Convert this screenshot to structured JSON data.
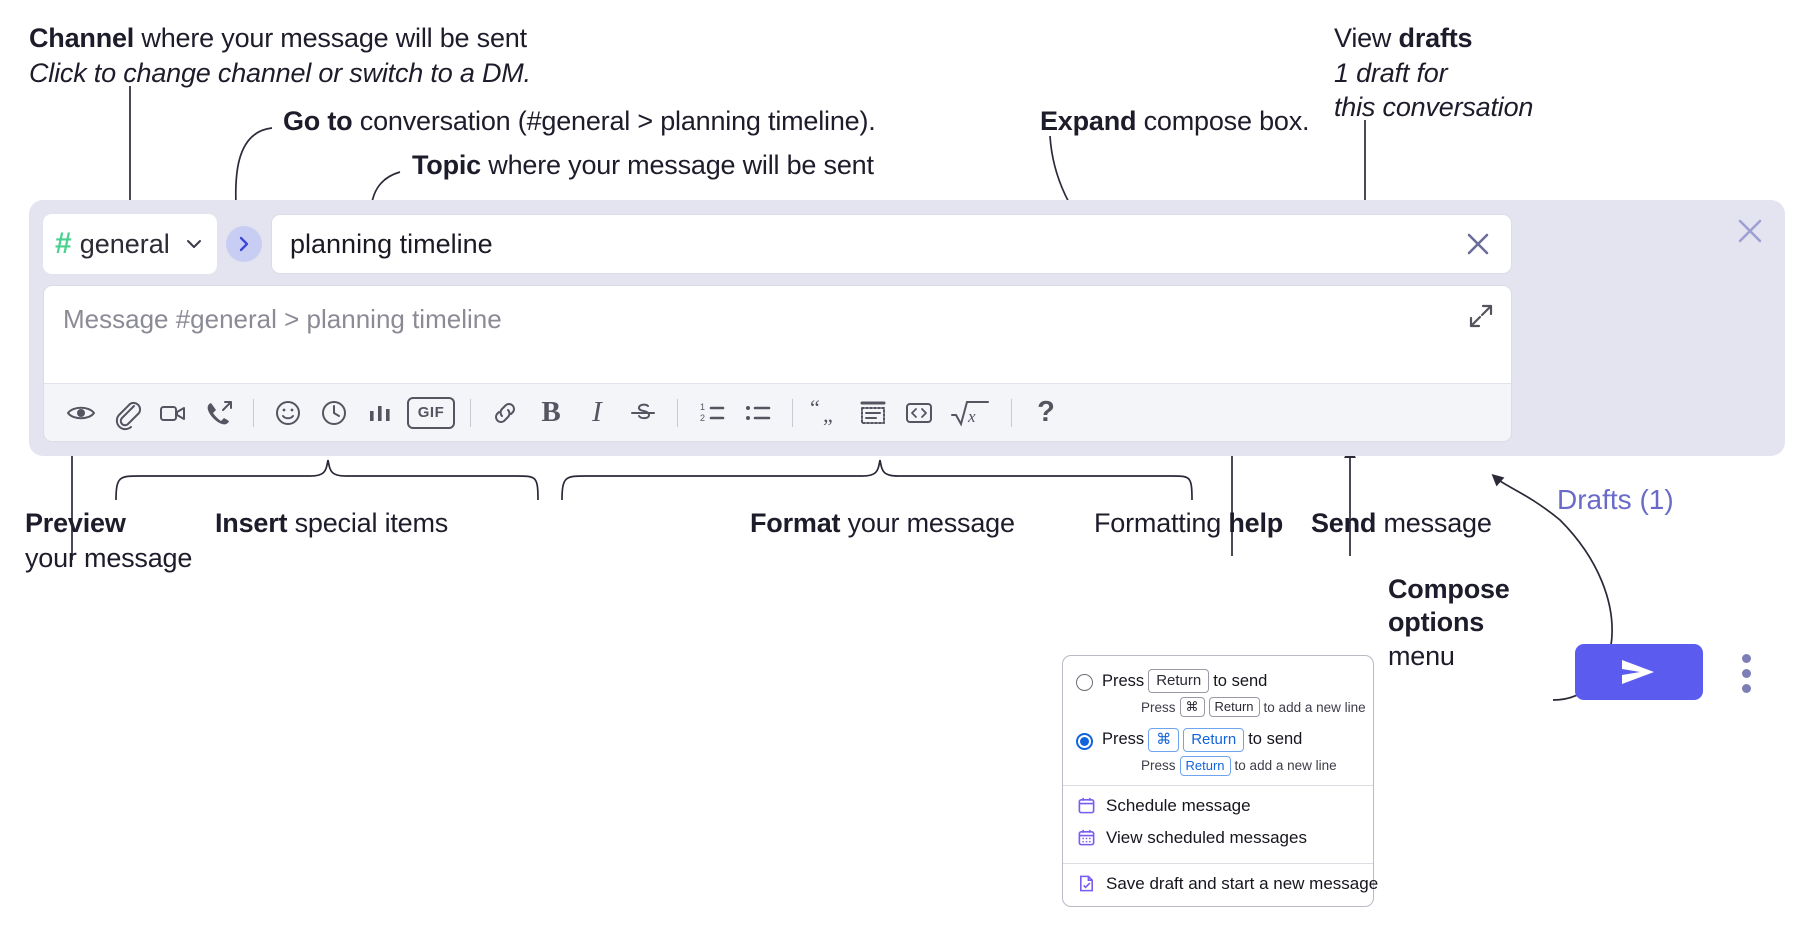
{
  "annotations": {
    "channel": {
      "bold": "Channel",
      "rest": " where your message will be sent",
      "sub": "Click to change channel or switch to a DM."
    },
    "goto": {
      "bold": "Go to",
      "rest": " conversation (#general > planning timeline)."
    },
    "topic": {
      "bold": "Topic",
      "rest": " where your message will be sent"
    },
    "expand": {
      "bold": "Expand",
      "rest": " compose box."
    },
    "drafts": {
      "pre": "View ",
      "bold": "drafts",
      "sub1": "1 draft for",
      "sub2": "this conversation"
    },
    "preview": {
      "bold": "Preview",
      "rest": "your message"
    },
    "insert": {
      "bold": "Insert",
      "rest": " special items"
    },
    "format": {
      "bold": "Format",
      "rest": " your message"
    },
    "help": {
      "pre": "Formatting ",
      "bold": "help"
    },
    "send": {
      "bold": "Send",
      "rest": " message"
    },
    "compose_options": {
      "bold1": "Compose",
      "bold2": "options",
      "rest": "menu"
    }
  },
  "compose": {
    "channel_name": "general",
    "channel_hash": "#",
    "topic_value": "planning timeline",
    "message_placeholder": "Message #general > planning timeline",
    "drafts_label": "Drafts (1)",
    "toolbar": [
      {
        "name": "preview-icon",
        "kind": "eye",
        "label": "Preview"
      },
      {
        "name": "attachment-icon",
        "kind": "paperclip",
        "label": "Attach file"
      },
      {
        "name": "video-icon",
        "kind": "video",
        "label": "Record video clip"
      },
      {
        "name": "audio-call-icon",
        "kind": "phone",
        "label": "Record audio clip"
      },
      {
        "name": "separator-1",
        "kind": "sep",
        "label": ""
      },
      {
        "name": "emoji-icon",
        "kind": "smiley",
        "label": "Emoji"
      },
      {
        "name": "schedule-icon",
        "kind": "clock",
        "label": "Schedule"
      },
      {
        "name": "poll-icon",
        "kind": "bars",
        "label": "Poll"
      },
      {
        "name": "gif-icon",
        "kind": "gif",
        "label": "GIF"
      },
      {
        "name": "separator-2",
        "kind": "sep",
        "label": ""
      },
      {
        "name": "link-icon",
        "kind": "link",
        "label": "Link"
      },
      {
        "name": "bold-icon",
        "kind": "bold",
        "label": "B"
      },
      {
        "name": "italic-icon",
        "kind": "italic",
        "label": "I"
      },
      {
        "name": "strikethrough-icon",
        "kind": "strike",
        "label": "S"
      },
      {
        "name": "separator-3",
        "kind": "sep",
        "label": ""
      },
      {
        "name": "ordered-list-icon",
        "kind": "ol",
        "label": "Numbered list"
      },
      {
        "name": "bullet-list-icon",
        "kind": "ul",
        "label": "Bulleted list"
      },
      {
        "name": "separator-4",
        "kind": "sep",
        "label": ""
      },
      {
        "name": "blockquote-icon",
        "kind": "quote",
        "label": "Quote"
      },
      {
        "name": "code-block-icon",
        "kind": "codeblock",
        "label": "Code block"
      },
      {
        "name": "inline-code-icon",
        "kind": "code",
        "label": "Code"
      },
      {
        "name": "math-icon",
        "kind": "math",
        "label": "Math"
      },
      {
        "name": "separator-5",
        "kind": "sep",
        "label": ""
      },
      {
        "name": "help-icon",
        "kind": "help",
        "label": "?"
      }
    ]
  },
  "options_menu": {
    "radios": [
      {
        "selected": false,
        "main": [
          {
            "t": "Press",
            "k": false
          },
          {
            "t": "Return",
            "k": true
          },
          {
            "t": "to send",
            "k": false
          }
        ],
        "sub": [
          {
            "t": "Press",
            "k": false
          },
          {
            "t": "⌘",
            "k": true
          },
          {
            "t": "Return",
            "k": true
          },
          {
            "t": "to add a new line",
            "k": false
          }
        ]
      },
      {
        "selected": true,
        "main": [
          {
            "t": "Press",
            "k": false
          },
          {
            "t": "⌘",
            "k": true,
            "blue": true
          },
          {
            "t": "Return",
            "k": true,
            "blue": true
          },
          {
            "t": "to send",
            "k": false
          }
        ],
        "sub": [
          {
            "t": "Press",
            "k": false
          },
          {
            "t": "Return",
            "k": true,
            "blue": true
          },
          {
            "t": "to add a new line",
            "k": false
          }
        ]
      }
    ],
    "items": [
      {
        "icon": "calendar-icon",
        "label": "Schedule message"
      },
      {
        "icon": "calendar-grid-icon",
        "label": "View scheduled messages"
      },
      {
        "icon": "save-draft-icon",
        "label": "Save draft and start a new message",
        "divider_above": true
      }
    ]
  },
  "colors": {
    "compose_bg": "#e3e4f0",
    "accent_send": "#5b5bf0",
    "hash_green": "#4ad08f",
    "drafts_purple": "#6a6bc9",
    "radio_blue": "#1264dd",
    "menu_icon_purple": "#7a5cf0"
  }
}
